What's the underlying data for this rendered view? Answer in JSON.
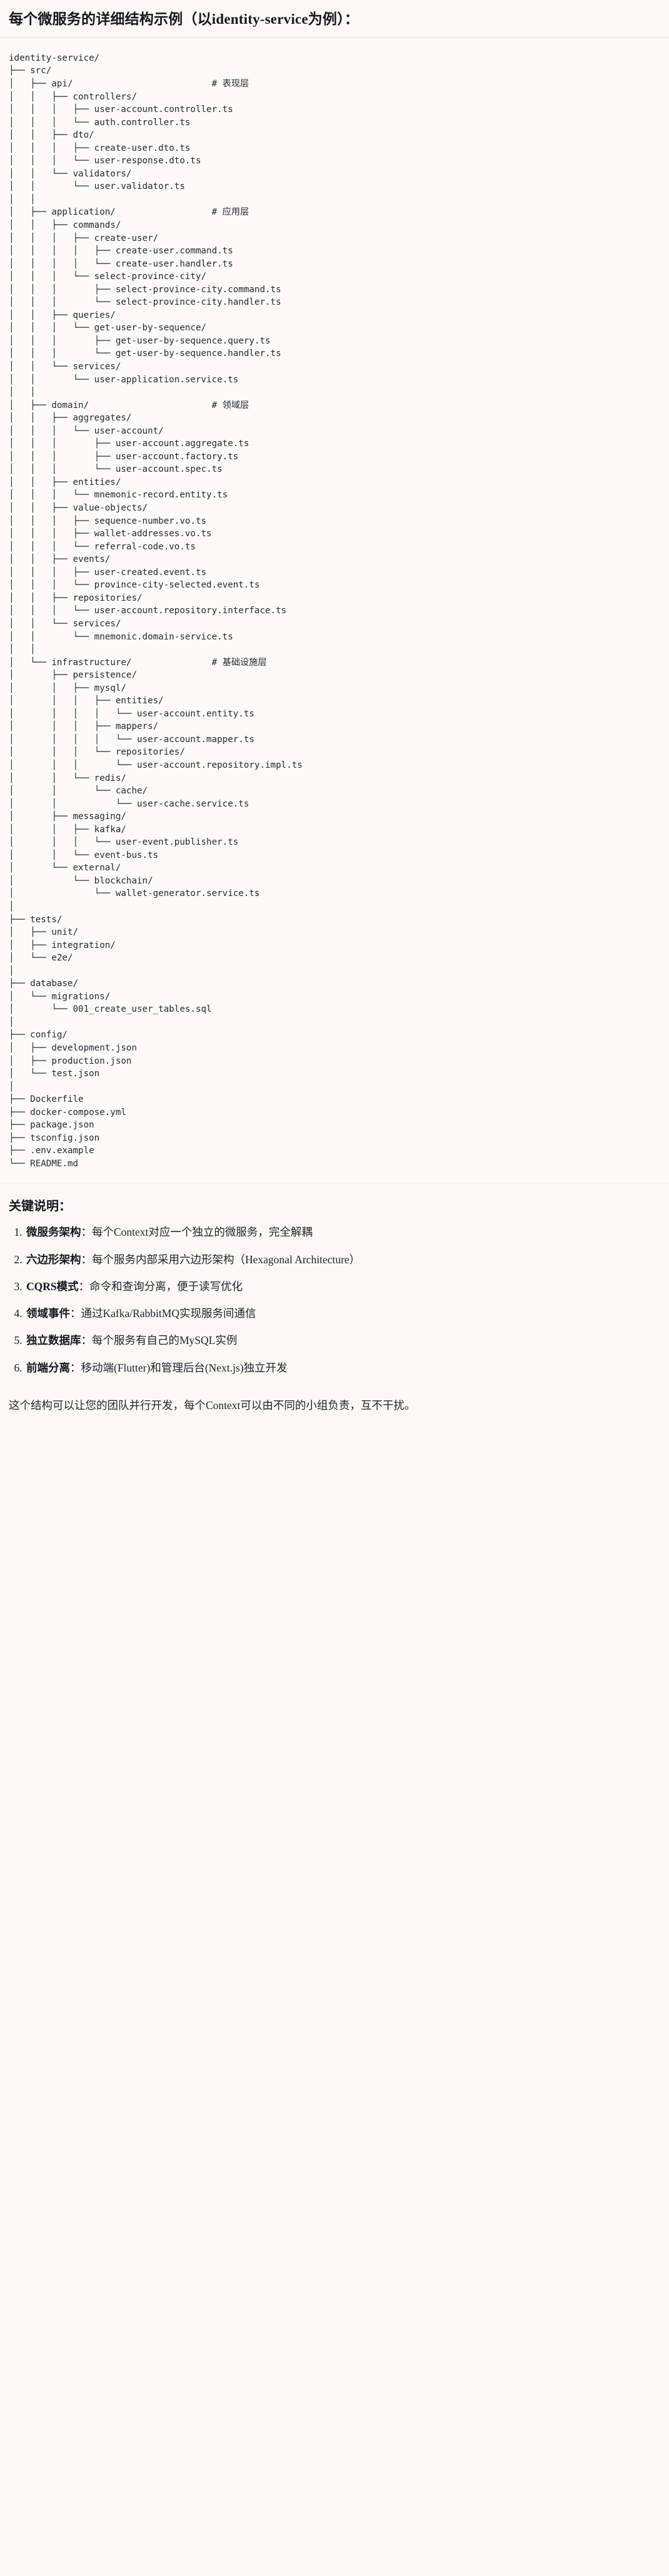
{
  "document": {
    "title": "每个微服务的详细结构示例（以identity-service为例）：",
    "tree": "identity-service/\n├── src/\n│   ├── api/                          # 表现层\n│   │   ├── controllers/\n│   │   │   ├── user-account.controller.ts\n│   │   │   └── auth.controller.ts\n│   │   ├── dto/\n│   │   │   ├── create-user.dto.ts\n│   │   │   └── user-response.dto.ts\n│   │   └── validators/\n│   │       └── user.validator.ts\n│   │\n│   ├── application/                  # 应用层\n│   │   ├── commands/\n│   │   │   ├── create-user/\n│   │   │   │   ├── create-user.command.ts\n│   │   │   │   └── create-user.handler.ts\n│   │   │   └── select-province-city/\n│   │   │       ├── select-province-city.command.ts\n│   │   │       └── select-province-city.handler.ts\n│   │   ├── queries/\n│   │   │   └── get-user-by-sequence/\n│   │   │       ├── get-user-by-sequence.query.ts\n│   │   │       └── get-user-by-sequence.handler.ts\n│   │   └── services/\n│   │       └── user-application.service.ts\n│   │\n│   ├── domain/                       # 领域层\n│   │   ├── aggregates/\n│   │   │   └── user-account/\n│   │   │       ├── user-account.aggregate.ts\n│   │   │       ├── user-account.factory.ts\n│   │   │       └── user-account.spec.ts\n│   │   ├── entities/\n│   │   │   └── mnemonic-record.entity.ts\n│   │   ├── value-objects/\n│   │   │   ├── sequence-number.vo.ts\n│   │   │   ├── wallet-addresses.vo.ts\n│   │   │   └── referral-code.vo.ts\n│   │   ├── events/\n│   │   │   ├── user-created.event.ts\n│   │   │   └── province-city-selected.event.ts\n│   │   ├── repositories/\n│   │   │   └── user-account.repository.interface.ts\n│   │   └── services/\n│   │       └── mnemonic.domain-service.ts\n│   │\n│   └── infrastructure/               # 基础设施层\n│       ├── persistence/\n│       │   ├── mysql/\n│       │   │   ├── entities/\n│       │   │   │   └── user-account.entity.ts\n│       │   │   ├── mappers/\n│       │   │   │   └── user-account.mapper.ts\n│       │   │   └── repositories/\n│       │   │       └── user-account.repository.impl.ts\n│       │   └── redis/\n│       │       └── cache/\n│       │           └── user-cache.service.ts\n│       ├── messaging/\n│       │   ├── kafka/\n│       │   │   └── user-event.publisher.ts\n│       │   └── event-bus.ts\n│       └── external/\n│           └── blockchain/\n│               └── wallet-generator.service.ts\n│\n├── tests/\n│   ├── unit/\n│   ├── integration/\n│   └── e2e/\n│\n├── database/\n│   └── migrations/\n│       └── 001_create_user_tables.sql\n│\n├── config/\n│   ├── development.json\n│   ├── production.json\n│   └── test.json\n│\n├── Dockerfile\n├── docker-compose.yml\n├── package.json\n├── tsconfig.json\n├── .env.example\n└── README.md",
    "tree_layer_comments": [
      {
        "path": "api/",
        "comment": "# 表现层"
      },
      {
        "path": "application/",
        "comment": "# 应用层"
      },
      {
        "path": "domain/",
        "comment": "# 领域层"
      },
      {
        "path": "infrastructure/",
        "comment": "# 基础设施层"
      }
    ],
    "keys_heading": "关键说明：",
    "key_points": [
      {
        "label": "微服务架构",
        "separator": "：",
        "text": "每个Context对应一个独立的微服务，完全解耦"
      },
      {
        "label": "六边形架构",
        "separator": "：",
        "text": "每个服务内部采用六边形架构（Hexagonal Architecture）"
      },
      {
        "label": "CQRS模式",
        "separator": "：",
        "text": "命令和查询分离，便于读写优化"
      },
      {
        "label": "领域事件",
        "separator": "：",
        "text": "通过Kafka/RabbitMQ实现服务间通信"
      },
      {
        "label": "独立数据库",
        "separator": "：",
        "text": "每个服务有自己的MySQL实例"
      },
      {
        "label": "前端分离",
        "separator": "：",
        "text": "移动端(Flutter)和管理后台(Next.js)独立开发"
      }
    ],
    "closing": "这个结构可以让您的团队并行开发，每个Context可以由不同的小组负责，互不干扰。"
  }
}
